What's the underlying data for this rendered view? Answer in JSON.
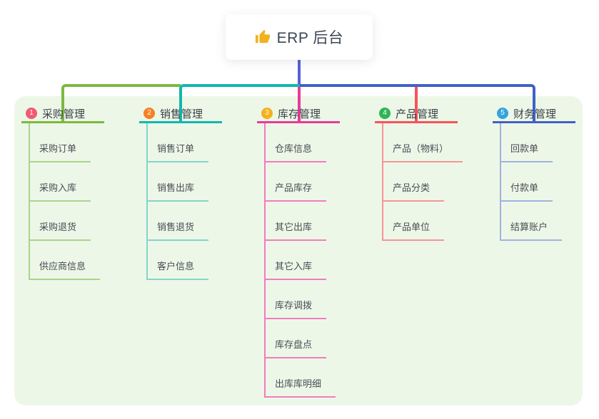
{
  "root": {
    "icon": "thumbs-up-icon",
    "title": "ERP 后台"
  },
  "colors": {
    "root_line": "#5560D4",
    "panel_bg": "#EDF7E7",
    "icon_gold": "#F2B21D"
  },
  "branches": [
    {
      "id": 1,
      "badge": "1",
      "label": "采购管理",
      "badge_color": "#F15B72",
      "line_color": "#7CB93F",
      "child_line_color": "#A9D48B",
      "children": [
        "采购订单",
        "采购入库",
        "采购退货",
        "供应商信息"
      ]
    },
    {
      "id": 2,
      "badge": "2",
      "label": "销售管理",
      "badge_color": "#F58026",
      "line_color": "#11B7B0",
      "child_line_color": "#82D5CF",
      "children": [
        "销售订单",
        "销售出库",
        "销售退货",
        "客户信息"
      ]
    },
    {
      "id": 3,
      "badge": "3",
      "label": "库存管理",
      "badge_color": "#F6B01F",
      "line_color": "#E83A9A",
      "child_line_color": "#F27CBD",
      "children": [
        "仓库信息",
        "产品库存",
        "其它出库",
        "其它入库",
        "库存调拨",
        "库存盘点",
        "出库库明细"
      ]
    },
    {
      "id": 4,
      "badge": "4",
      "label": "产品管理",
      "badge_color": "#2FB457",
      "line_color": "#F7525B",
      "child_line_color": "#F6949A",
      "children": [
        "产品（物料）",
        "产品分类",
        "产品单位"
      ]
    },
    {
      "id": 5,
      "badge": "5",
      "label": "财务管理",
      "badge_color": "#34A4DB",
      "line_color": "#4161C6",
      "child_line_color": "#9FB3E0",
      "children": [
        "回款单",
        "付款单",
        "结算账户"
      ]
    }
  ]
}
